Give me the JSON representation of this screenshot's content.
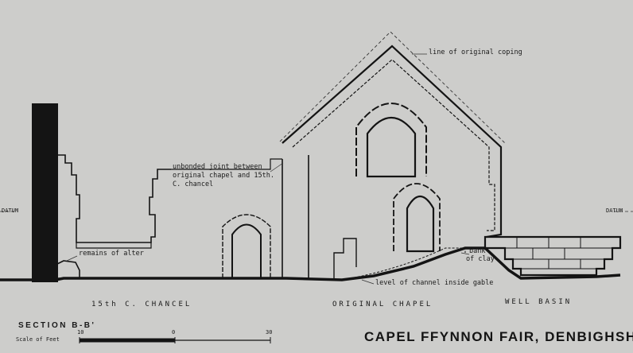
{
  "title": "CAPEL FFYNNON FAIR, DENBIGHSHIRE",
  "section_label": "SECTION B-B'",
  "scale": {
    "label": "Scale of Feet",
    "ticks": [
      "10",
      "0",
      "30"
    ]
  },
  "datum_left": "DATUM",
  "datum_right": "DATUM",
  "annotations": {
    "coping": "line of original coping",
    "joint_line1": "unbonded joint between",
    "joint_line2": "original chapel and 15th.",
    "joint_line3": "C. chancel",
    "altar": "remains of alter",
    "bank_line1": "bank",
    "bank_line2": "of clay",
    "channel": "level of channel inside gable"
  },
  "zones": {
    "chancel": "15th C. CHANCEL",
    "chapel": "ORIGINAL CHAPEL",
    "basin": "WELL BASIN"
  },
  "colors": {
    "paper": "#cdcdcb",
    "ink": "#141414"
  }
}
